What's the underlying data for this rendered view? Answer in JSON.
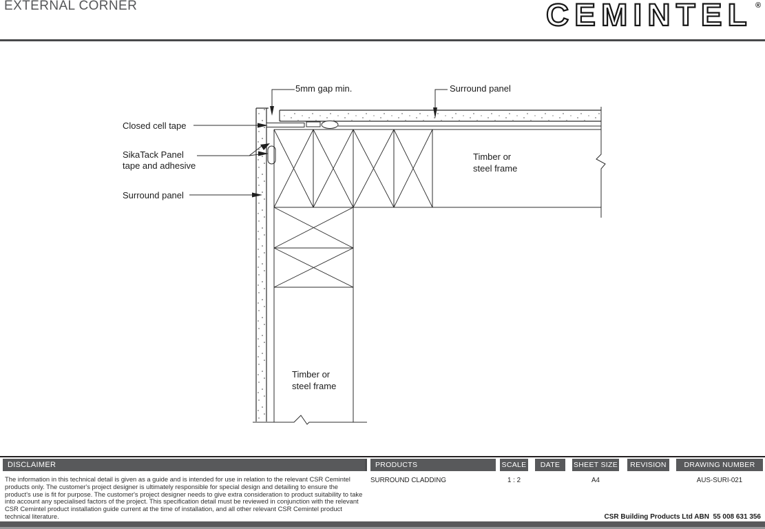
{
  "header": {
    "title": "EXTERNAL CORNER",
    "logo_text": "CEMINTEL",
    "registered_mark": "®"
  },
  "colors": {
    "title_block_gray": "#58595b",
    "line_color": "#2b2b2b",
    "title_text_gray": "#565759"
  },
  "drawing": {
    "labels": {
      "gap": "5mm gap min.",
      "surround_panel_top": "Surround panel",
      "closed_cell_tape": "Closed cell tape",
      "sikatack": "SikaTack Panel\ntape and adhesive",
      "surround_panel_left": "Surround panel",
      "timber_frame": "Timber or\nsteel frame"
    }
  },
  "title_block": {
    "disclaimer": {
      "heading": "DISCLAIMER",
      "body": "The information in this technical detail is given as a guide and is intended for use in relation to the relevant CSR Cemintel products only. The customer's project designer is ultimately responsible for special design and detailing to ensure the product's use is fit for purpose. The customer's project designer needs to give extra consideration to product suitability to take into account any specialised factors of the project. This specification detail must be reviewed in conjunction with the relevant CSR Cemintel product installation guide current at the time of installation, and all other relevant CSR Cemintel product technical literature."
    },
    "columns": [
      {
        "label": "PRODUCTS",
        "value": "SURROUND CLADDING"
      },
      {
        "label": "SCALE",
        "value": "1 : 2"
      },
      {
        "label": "DATE",
        "value": ""
      },
      {
        "label": "SHEET SIZE",
        "value": "A4"
      },
      {
        "label": "REVISION",
        "value": ""
      },
      {
        "label": "DRAWING NUMBER",
        "value": "AUS-SURI-021"
      }
    ],
    "company": "CSR Building Products Ltd ABN  55 008 631 356"
  }
}
